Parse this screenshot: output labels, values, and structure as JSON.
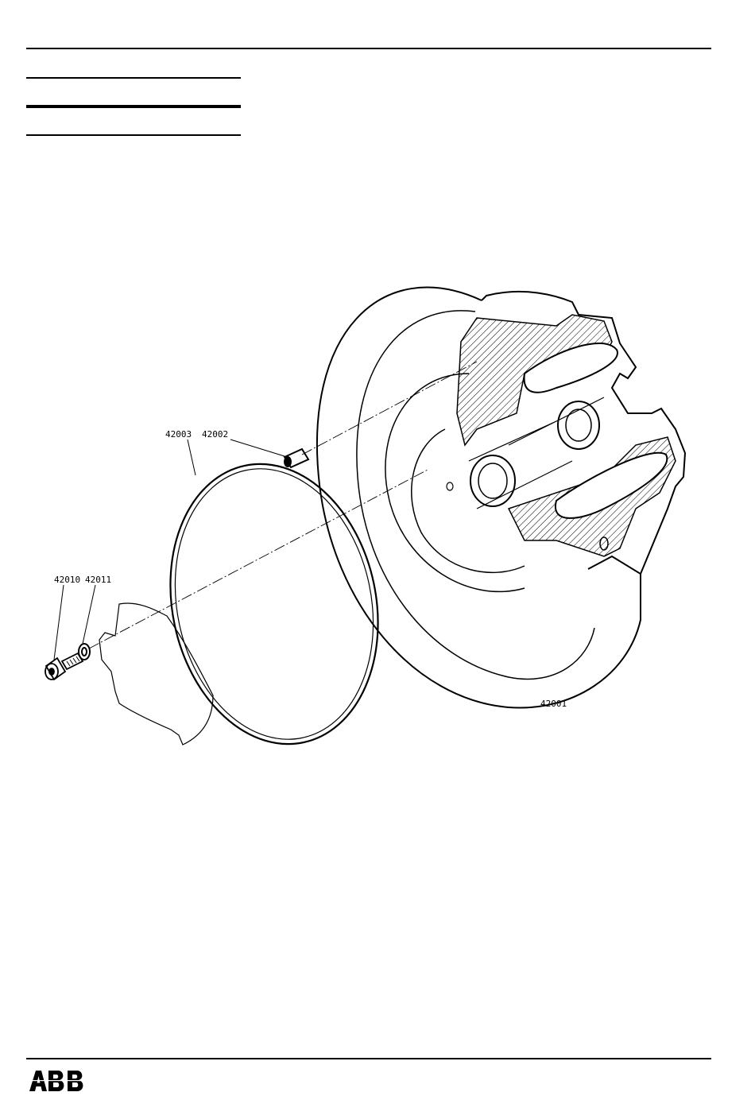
{
  "parts": {
    "p42001": "42001",
    "p42002": "42002",
    "p42003": "42003",
    "p42010": "42010",
    "p42011": "42011"
  },
  "footer": {
    "logo_text": "ABB"
  }
}
